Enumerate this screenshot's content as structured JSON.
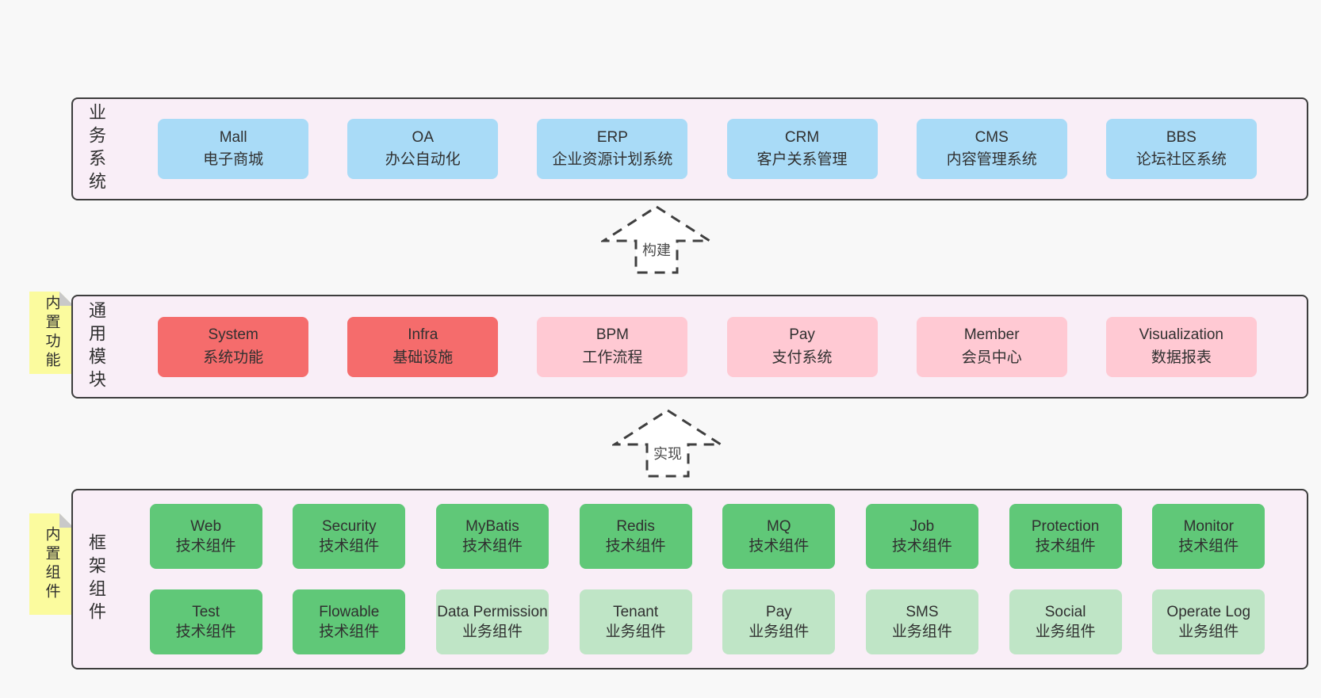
{
  "palette": {
    "page_bg": "#f8f8f8",
    "container_bg": "#f9eef7",
    "container_border": "#3d3d3d",
    "blue": "#a9dbf7",
    "red": "#f56c6c",
    "pink": "#ffc9d3",
    "green_dark": "#60c878",
    "green_light": "#bfe5c6",
    "note_yellow": "#fbfb9e",
    "fold_gray": "#c9c9c9",
    "text": "#303030"
  },
  "sections": {
    "business": {
      "label": "业务系统",
      "items": [
        {
          "en": "Mall",
          "zh": "电子商城"
        },
        {
          "en": "OA",
          "zh": "办公自动化"
        },
        {
          "en": "ERP",
          "zh": "企业资源计划系统"
        },
        {
          "en": "CRM",
          "zh": "客户关系管理"
        },
        {
          "en": "CMS",
          "zh": "内容管理系统"
        },
        {
          "en": "BBS",
          "zh": "论坛社区系统"
        }
      ]
    },
    "arrows": {
      "build": "构建",
      "implement": "实现"
    },
    "modules": {
      "note": "内置功能",
      "label": "通用模块",
      "items": [
        {
          "en": "System",
          "zh": "系统功能"
        },
        {
          "en": "Infra",
          "zh": "基础设施"
        },
        {
          "en": "BPM",
          "zh": "工作流程"
        },
        {
          "en": "Pay",
          "zh": "支付系统"
        },
        {
          "en": "Member",
          "zh": "会员中心"
        },
        {
          "en": "Visualization",
          "zh": "数据报表"
        }
      ]
    },
    "framework": {
      "note": "内置组件",
      "label": "框架组件",
      "row1": [
        {
          "en": "Web",
          "zh": "技术组件"
        },
        {
          "en": "Security",
          "zh": "技术组件"
        },
        {
          "en": "MyBatis",
          "zh": "技术组件"
        },
        {
          "en": "Redis",
          "zh": "技术组件"
        },
        {
          "en": "MQ",
          "zh": "技术组件"
        },
        {
          "en": "Job",
          "zh": "技术组件"
        },
        {
          "en": "Protection",
          "zh": "技术组件"
        },
        {
          "en": "Monitor",
          "zh": "技术组件"
        }
      ],
      "row2": [
        {
          "en": "Test",
          "zh": "技术组件"
        },
        {
          "en": "Flowable",
          "zh": "技术组件"
        },
        {
          "en": "Data Permission",
          "zh": "业务组件"
        },
        {
          "en": "Tenant",
          "zh": "业务组件"
        },
        {
          "en": "Pay",
          "zh": "业务组件"
        },
        {
          "en": "SMS",
          "zh": "业务组件"
        },
        {
          "en": "Social",
          "zh": "业务组件"
        },
        {
          "en": "Operate Log",
          "zh": "业务组件"
        }
      ]
    }
  }
}
